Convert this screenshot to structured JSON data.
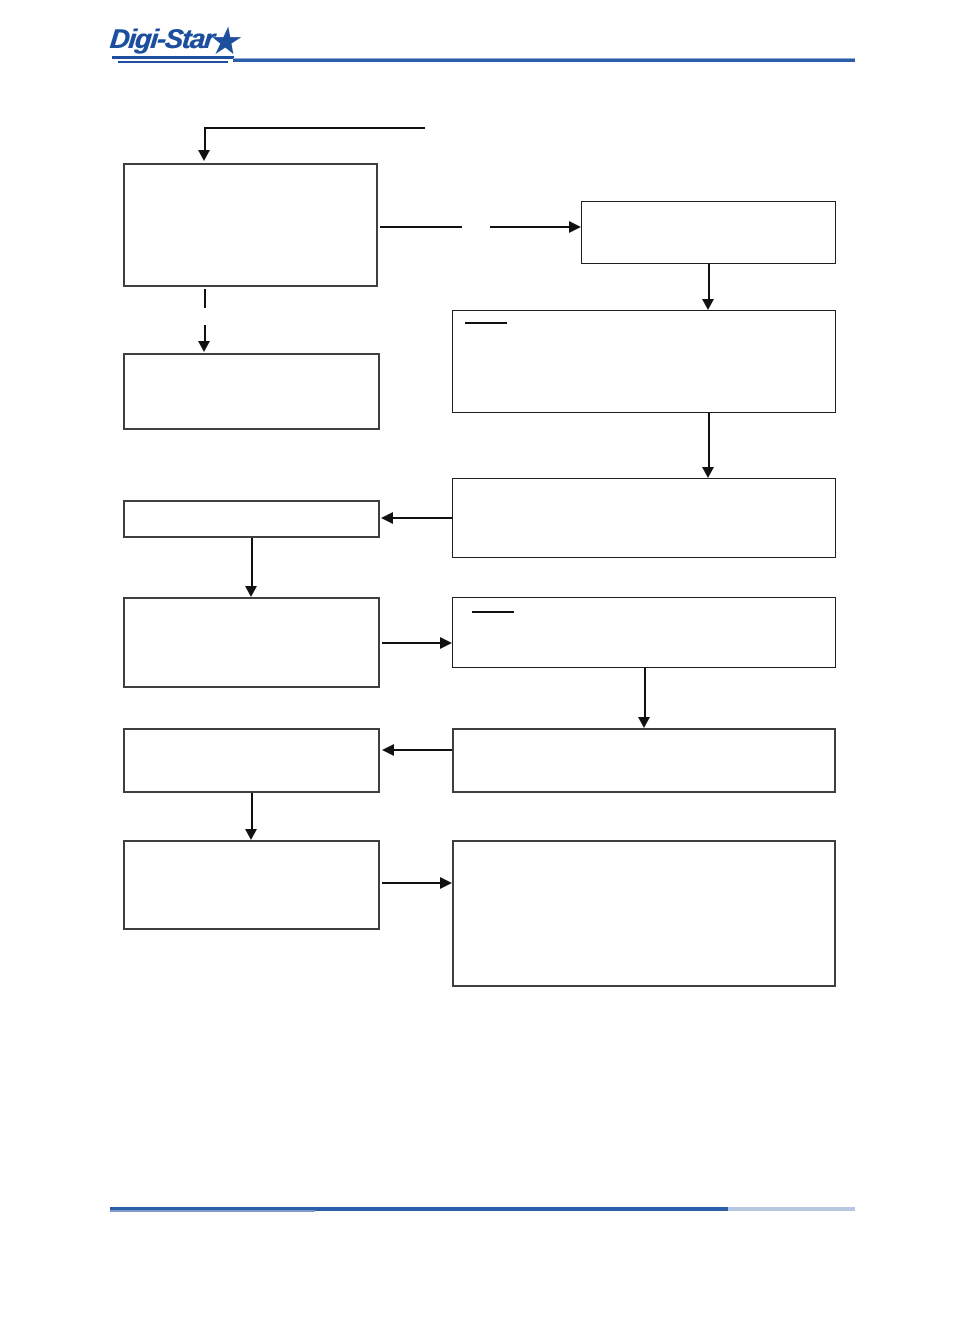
{
  "document": {
    "type": "manual-page-with-flowchart",
    "page_background": "#ffffff"
  },
  "header": {
    "logo_text": "Digi-Star",
    "logo_star": "★",
    "brand_color": "#1d4f9e",
    "rule_color": "#2b5ea8"
  },
  "footer": {
    "rule_color": "#2b5ea8"
  },
  "colors": {
    "box_border_dark": "#3f3f3f",
    "box_border_thin": "#1f1f1f",
    "connector_black": "#111111",
    "rule_light_blue": "#93abd1"
  },
  "flowchart": {
    "description": "Two-column flowchart of empty (unfilled) process boxes connected by arrows; two right-column boxes contain a short blank underline in their top-left corner.",
    "nodes": [
      {
        "id": "L1",
        "column": "left",
        "row": 1,
        "text": "",
        "blank_underline": false
      },
      {
        "id": "R1",
        "column": "right",
        "row": 1,
        "text": "",
        "blank_underline": false
      },
      {
        "id": "R2",
        "column": "right",
        "row": 2,
        "text": "",
        "blank_underline": true
      },
      {
        "id": "L2",
        "column": "left",
        "row": 2,
        "text": "",
        "blank_underline": false
      },
      {
        "id": "L3",
        "column": "left",
        "row": 3,
        "text": "",
        "blank_underline": false
      },
      {
        "id": "R3",
        "column": "right",
        "row": 3,
        "text": "",
        "blank_underline": false
      },
      {
        "id": "L4",
        "column": "left",
        "row": 4,
        "text": "",
        "blank_underline": false
      },
      {
        "id": "R4",
        "column": "right",
        "row": 4,
        "text": "",
        "blank_underline": true
      },
      {
        "id": "L5",
        "column": "left",
        "row": 5,
        "text": "",
        "blank_underline": false
      },
      {
        "id": "R5",
        "column": "right",
        "row": 5,
        "text": "",
        "blank_underline": false
      },
      {
        "id": "L6",
        "column": "left",
        "row": 6,
        "text": "",
        "blank_underline": false
      },
      {
        "id": "R6",
        "column": "right",
        "row": 6,
        "text": "",
        "blank_underline": false
      }
    ],
    "edges": [
      {
        "from": "start-line",
        "to": "L1",
        "direction": "down",
        "broken": false
      },
      {
        "from": "L1",
        "to": "R1",
        "direction": "right",
        "broken": true
      },
      {
        "from": "R1",
        "to": "R2",
        "direction": "down",
        "broken": false
      },
      {
        "from": "L1",
        "to": "L2",
        "direction": "down",
        "broken": true
      },
      {
        "from": "R2",
        "to": "R3",
        "direction": "down",
        "broken": false
      },
      {
        "from": "R3",
        "to": "L3",
        "direction": "left",
        "broken": false
      },
      {
        "from": "L3",
        "to": "L4",
        "direction": "down",
        "broken": false
      },
      {
        "from": "L4",
        "to": "R4",
        "direction": "right",
        "broken": false
      },
      {
        "from": "R4",
        "to": "R5",
        "direction": "down",
        "broken": false
      },
      {
        "from": "R5",
        "to": "L5",
        "direction": "left",
        "broken": false
      },
      {
        "from": "L5",
        "to": "L6",
        "direction": "down",
        "broken": false
      },
      {
        "from": "L6",
        "to": "R6",
        "direction": "right",
        "broken": false
      }
    ]
  }
}
